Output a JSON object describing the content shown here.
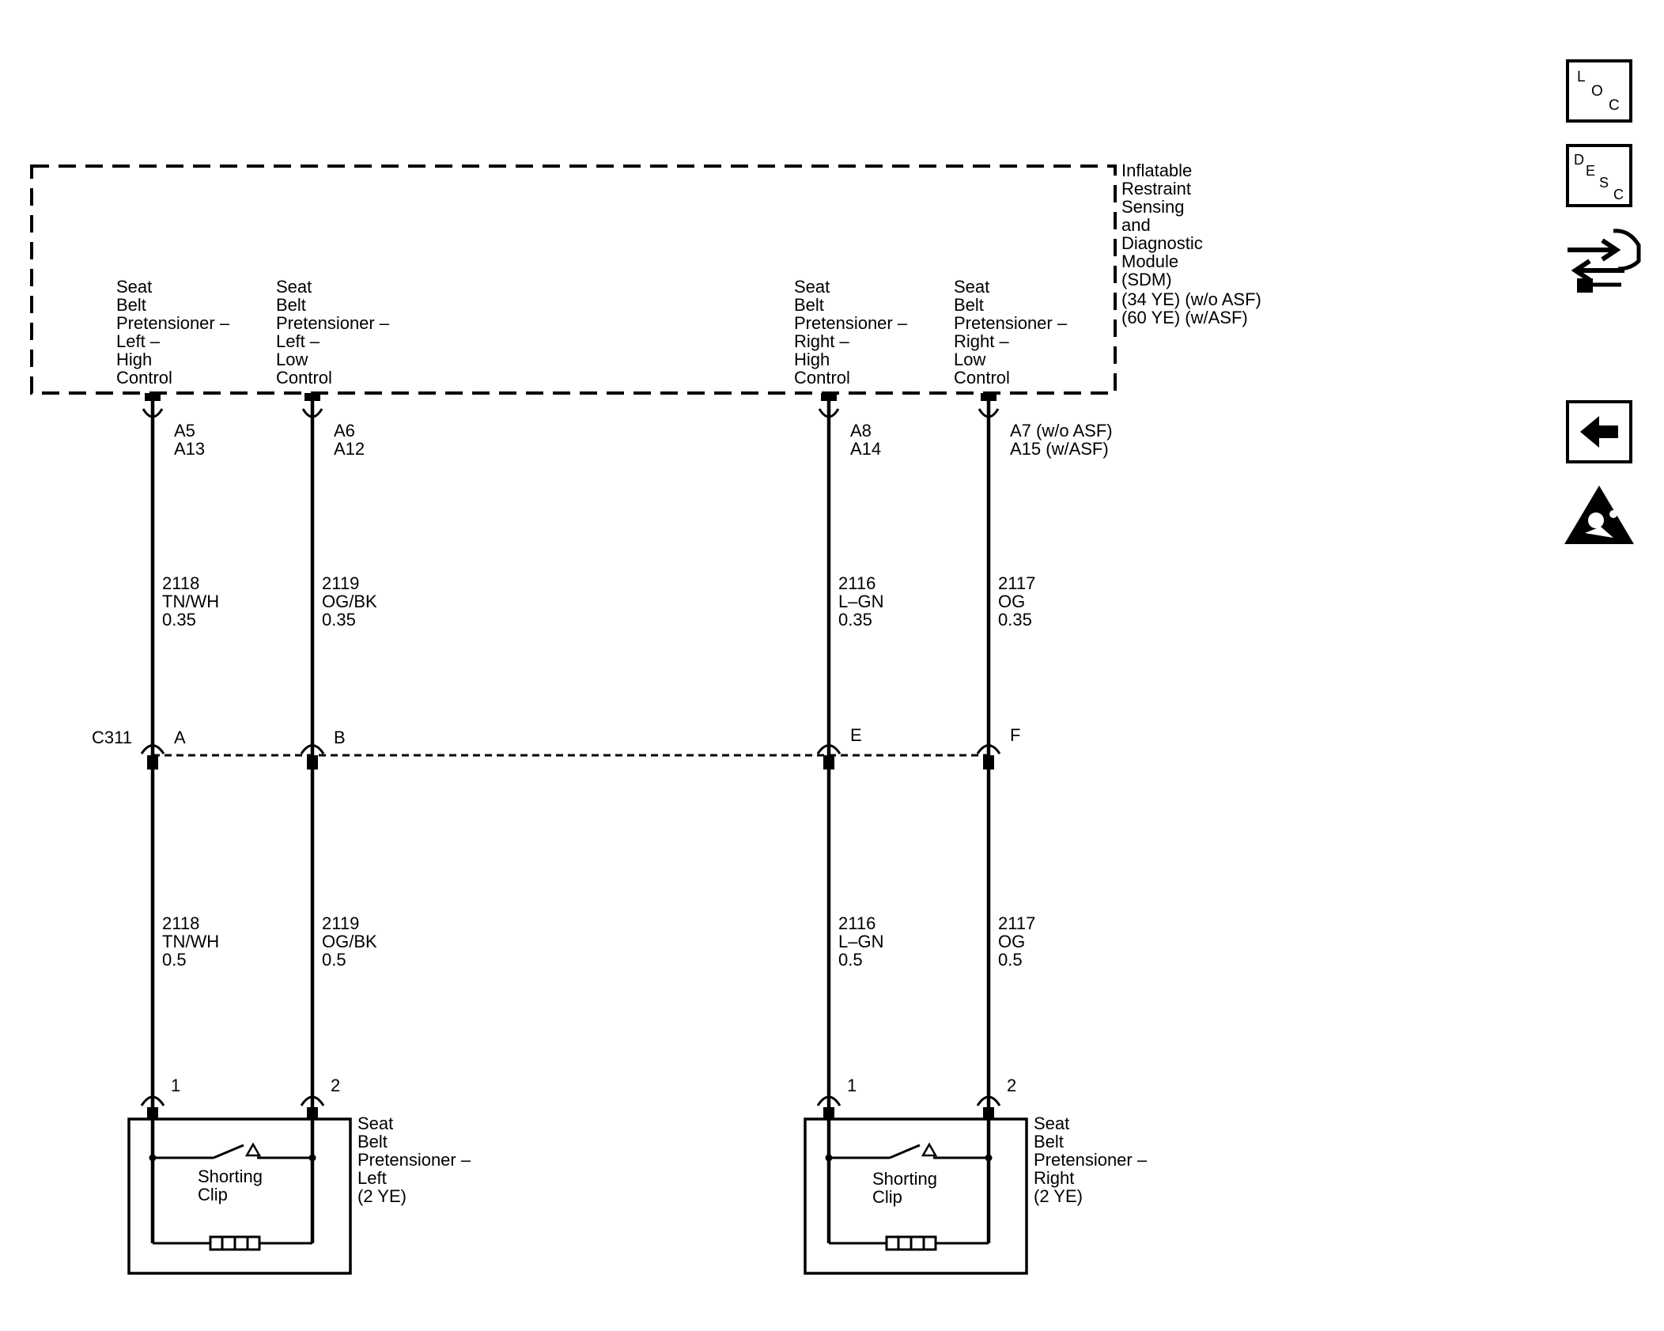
{
  "sdm": {
    "name_lines": [
      "Inflatable",
      "Restraint",
      "Sensing",
      "and",
      "Diagnostic",
      "Module",
      "(SDM)",
      "(34 YE) (w/o ASF)",
      "(60 YE) (w/ASF)"
    ]
  },
  "circuits": [
    {
      "function_lines": [
        "Seat",
        "Belt",
        "Pretensioner –",
        "Left –",
        "High",
        "Control"
      ],
      "sdm_pins": [
        "A5",
        "A13"
      ],
      "upper_wire": [
        "2118",
        "TN/WH",
        "0.35"
      ],
      "connector_pin": "A",
      "lower_wire": [
        "2118",
        "TN/WH",
        "0.5"
      ],
      "device_pin": "1"
    },
    {
      "function_lines": [
        "Seat",
        "Belt",
        "Pretensioner –",
        "Left –",
        "Low",
        "Control"
      ],
      "sdm_pins": [
        "A6",
        "A12"
      ],
      "upper_wire": [
        "2119",
        "OG/BK",
        "0.35"
      ],
      "connector_pin": "B",
      "lower_wire": [
        "2119",
        "OG/BK",
        "0.5"
      ],
      "device_pin": "2"
    },
    {
      "function_lines": [
        "Seat",
        "Belt",
        "Pretensioner –",
        "Right –",
        "High",
        "Control"
      ],
      "sdm_pins": [
        "A8",
        "A14"
      ],
      "upper_wire": [
        "2116",
        "L–GN",
        "0.35"
      ],
      "connector_pin": "E",
      "lower_wire": [
        "2116",
        "L–GN",
        "0.5"
      ],
      "device_pin": "1"
    },
    {
      "function_lines": [
        "Seat",
        "Belt",
        "Pretensioner –",
        "Right –",
        "Low",
        "Control"
      ],
      "sdm_pins": [
        "A7 (w/o ASF)",
        "A15 (w/ASF)"
      ],
      "upper_wire": [
        "2117",
        "OG",
        "0.35"
      ],
      "connector_pin": "F",
      "lower_wire": [
        "2117",
        "OG",
        "0.5"
      ],
      "device_pin": "2"
    }
  ],
  "connector": {
    "name": "C311"
  },
  "devices": [
    {
      "name_lines": [
        "Seat",
        "Belt",
        "Pretensioner –",
        "Left",
        "(2 YE)"
      ],
      "clip_lines": [
        "Shorting",
        "Clip"
      ]
    },
    {
      "name_lines": [
        "Seat",
        "Belt",
        "Pretensioner –",
        "Right",
        "(2 YE)"
      ],
      "clip_lines": [
        "Shorting",
        "Clip"
      ]
    }
  ],
  "sidebar": {
    "loc": [
      "L",
      "O",
      "C"
    ],
    "desc": [
      "D",
      "E",
      "S",
      "C"
    ],
    "icons": [
      "loc-button-icon",
      "desc-button-icon",
      "connector-hand-icon",
      "back-arrow-icon",
      "airbag-warning-icon"
    ]
  }
}
